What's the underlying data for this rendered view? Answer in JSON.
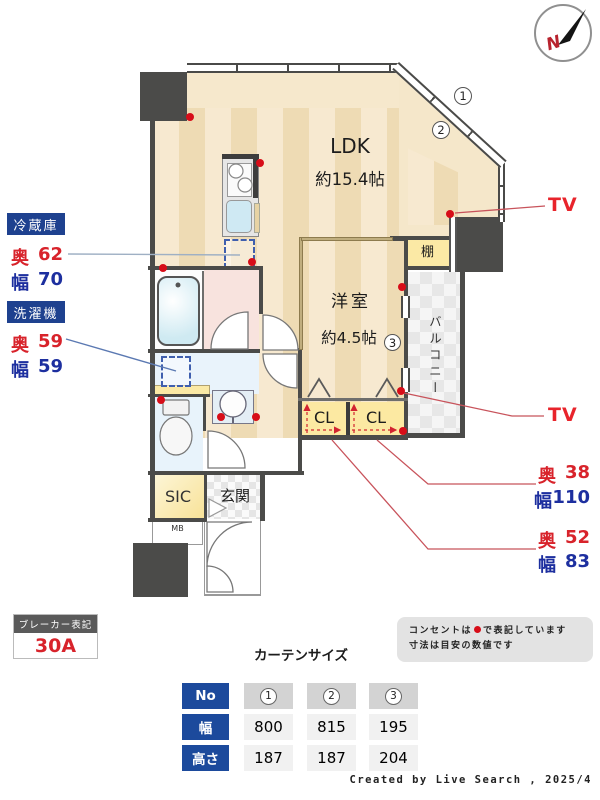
{
  "compass": {
    "label": "N"
  },
  "plan": {
    "ldk_name": "LDK",
    "ldk_size": "約15.4帖",
    "yo_name": "洋室",
    "yo_size": "約4.5帖",
    "balcony": "バルコニー",
    "shelf": "棚",
    "cl1": "CL",
    "cl2": "CL",
    "sic": "SIC",
    "genkan": "玄関",
    "mb": "MB",
    "win1": "1",
    "win2": "2",
    "win3": "3"
  },
  "ann": {
    "fridge": {
      "title": "冷蔵庫",
      "dl": "奥",
      "dv": "62",
      "wl": "幅",
      "wv": "70"
    },
    "washer": {
      "title": "洗濯機",
      "dl": "奥",
      "dv": "59",
      "wl": "幅",
      "wv": "59"
    },
    "tv1": "TV",
    "tv2": "TV",
    "cl_a": {
      "dl": "奥",
      "dv": "38",
      "wl": "幅",
      "wv": "110"
    },
    "cl_b": {
      "dl": "奥",
      "dv": "52",
      "wl": "幅",
      "wv": "83"
    }
  },
  "breaker": {
    "title": "ブレーカー表記",
    "value": "30A"
  },
  "note": {
    "l1a": "コンセントは",
    "l1b": "で表記しています",
    "l2": "寸法は目安の数値です"
  },
  "curtain": {
    "title": "カーテンサイズ",
    "row_headers": [
      "No",
      "幅",
      "高さ"
    ],
    "cols": [
      {
        "no": "1",
        "width": "800",
        "height": "187"
      },
      {
        "no": "2",
        "width": "815",
        "height": "187"
      },
      {
        "no": "3",
        "width": "195",
        "height": "204"
      }
    ]
  },
  "credit": "Created by Live Search , 2025/4"
}
